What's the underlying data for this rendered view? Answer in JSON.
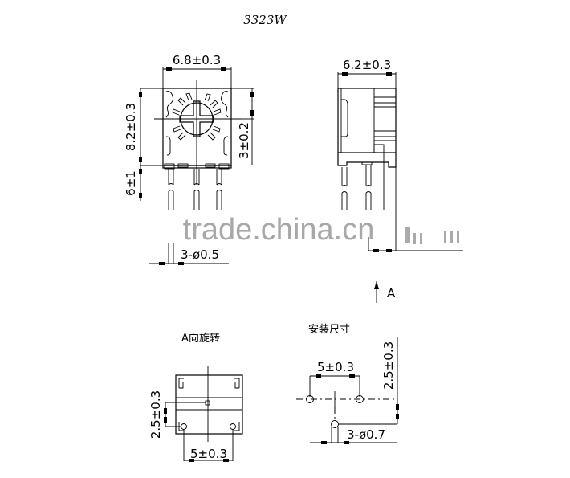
{
  "drawing": {
    "title": "3323W",
    "front_view": {
      "width_dim": "6.8±0.3",
      "height_dim": "8.2±0.3",
      "pin_length_dim": "6±1",
      "center_height_dim": "3±0.2",
      "pin_diameter_dim": "3-ø0.5"
    },
    "side_view": {
      "width_dim": "6.2±0.3"
    },
    "view_arrow_label": "A",
    "rotated_view": {
      "caption": "A向旋转",
      "pin_pitch_dim": "5±0.3",
      "pin_offset_dim": "2.5±0.3"
    },
    "mounting": {
      "caption": "安装尺寸",
      "pin_pitch_dim": "5±0.3",
      "pin_offset_dim": "2.5±0.3",
      "hole_diameter_dim": "3-ø0.7"
    },
    "watermark": "trade.china.cn"
  }
}
